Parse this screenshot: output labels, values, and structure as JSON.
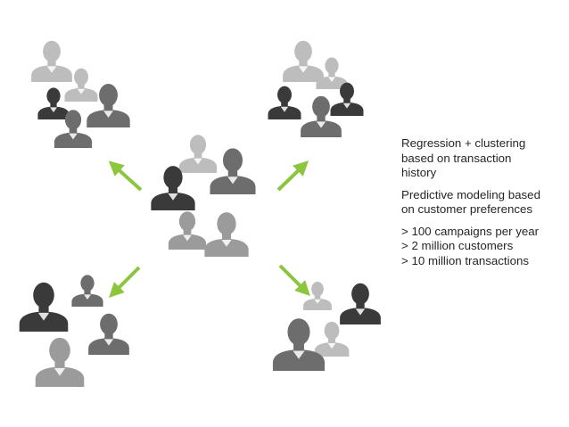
{
  "text_blocks": [
    {
      "lines": [
        "Regression + clustering",
        "based on transaction",
        "history"
      ]
    },
    {
      "lines": [
        "Predictive modeling based",
        "on customer preferences"
      ]
    },
    {
      "lines": [
        "> 100 campaigns per year",
        "> 2 million customers",
        "> 10 million transactions"
      ]
    }
  ],
  "colors": {
    "arrow": "#8cc63f",
    "silhouette_dark": "#3a3a3a",
    "silhouette_mid": "#6d6d6d",
    "silhouette_light": "#9b9b9b",
    "silhouette_pale": "#bdbdbd",
    "text": "#262626"
  },
  "icons": {
    "person": "person-silhouette-icon",
    "arrow": "arrow-icon"
  }
}
